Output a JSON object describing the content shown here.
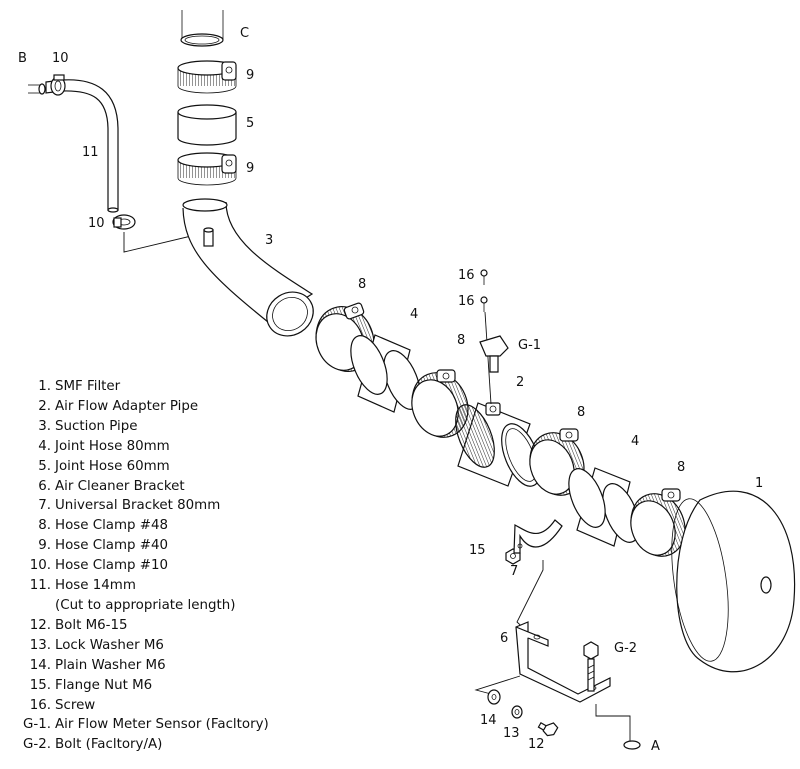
{
  "callouts": {
    "A": "A",
    "B": "B",
    "C": "C",
    "n1": "1",
    "n2": "2",
    "n3": "3",
    "n4a": "4",
    "n4b": "4",
    "n5": "5",
    "n6": "6",
    "n7": "7",
    "n8a": "8",
    "n8b": "8",
    "n8c": "8",
    "n8d": "8",
    "n9a": "9",
    "n9b": "9",
    "n10a": "10",
    "n10b": "10",
    "n11": "11",
    "n12": "12",
    "n13": "13",
    "n14": "14",
    "n15": "15",
    "n16a": "16",
    "n16b": "16",
    "g1": "G-1",
    "g2": "G-2"
  },
  "legend": [
    {
      "num": "1.",
      "desc": "SMF Filter"
    },
    {
      "num": "2.",
      "desc": "Air Flow Adapter Pipe"
    },
    {
      "num": "3.",
      "desc": "Suction Pipe"
    },
    {
      "num": "4.",
      "desc": "Joint Hose  80mm"
    },
    {
      "num": "5.",
      "desc": "Joint Hose  60mm"
    },
    {
      "num": "6.",
      "desc": "Air Cleaner Bracket"
    },
    {
      "num": "7.",
      "desc": "Universal Bracket  80mm"
    },
    {
      "num": "8.",
      "desc": "Hose Clamp  #48"
    },
    {
      "num": "9.",
      "desc": "Hose Clamp  #40"
    },
    {
      "num": "10.",
      "desc": "Hose Clamp  #10"
    },
    {
      "num": "11.",
      "desc": "Hose  14mm"
    },
    {
      "num": "12.",
      "desc": "Bolt  M6-15"
    },
    {
      "num": "13.",
      "desc": "Lock Washer  M6"
    },
    {
      "num": "14.",
      "desc": "Plain Washer  M6"
    },
    {
      "num": "15.",
      "desc": "Flange Nut  M6"
    },
    {
      "num": "16.",
      "desc": "Screw"
    },
    {
      "num": "G-1.",
      "desc": "Air Flow Meter Sensor (Facltory)"
    },
    {
      "num": "G-2.",
      "desc": "Bolt (Facltory/A)"
    }
  ],
  "legend_note": "(Cut to appropriate length)"
}
